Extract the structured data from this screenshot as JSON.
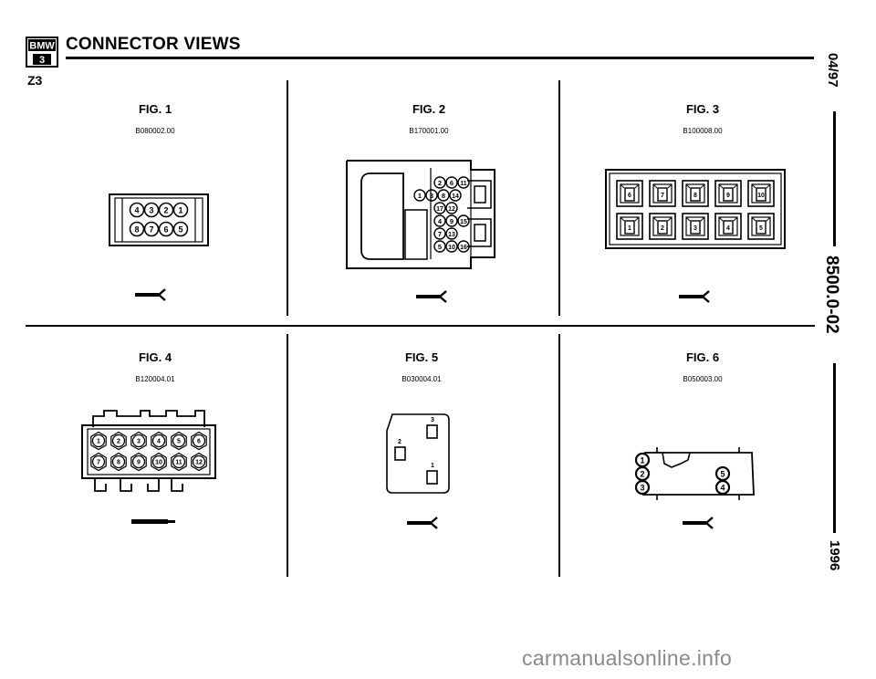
{
  "header": {
    "logo_text_top": "BMW",
    "logo_text_bottom": "3",
    "title": "CONNECTOR VIEWS",
    "model": "Z3"
  },
  "sidebar": {
    "date": "04/97",
    "doc_number": "8500.0-02",
    "year": "1996"
  },
  "figures": [
    {
      "label": "FIG. 1",
      "part_number": "B080002.00",
      "pins": [
        "4",
        "3",
        "2",
        "1",
        "8",
        "7",
        "6",
        "5"
      ]
    },
    {
      "label": "FIG. 2",
      "part_number": "B170001.00",
      "pins": [
        "2",
        "6",
        "11",
        "1",
        "3",
        "8",
        "14",
        "17",
        "12",
        "4",
        "9",
        "15",
        "7",
        "13",
        "5",
        "10",
        "16"
      ]
    },
    {
      "label": "FIG. 3",
      "part_number": "B100008.00",
      "pins": [
        "6",
        "7",
        "8",
        "9",
        "10",
        "1",
        "2",
        "3",
        "4",
        "5"
      ]
    },
    {
      "label": "FIG. 4",
      "part_number": "B120004.01",
      "pins": [
        "1",
        "2",
        "3",
        "4",
        "5",
        "6",
        "7",
        "8",
        "9",
        "10",
        "11",
        "12"
      ]
    },
    {
      "label": "FIG. 5",
      "part_number": "B030004.01",
      "pins": [
        "3",
        "2",
        "1"
      ]
    },
    {
      "label": "FIG. 6",
      "part_number": "B050003.00",
      "pins": [
        "1",
        "2",
        "3",
        "5",
        "4"
      ]
    }
  ],
  "watermark": "carmanualsonline.info",
  "colors": {
    "ink": "#000000",
    "paper": "#ffffff",
    "watermark": "#8a8a8a"
  }
}
